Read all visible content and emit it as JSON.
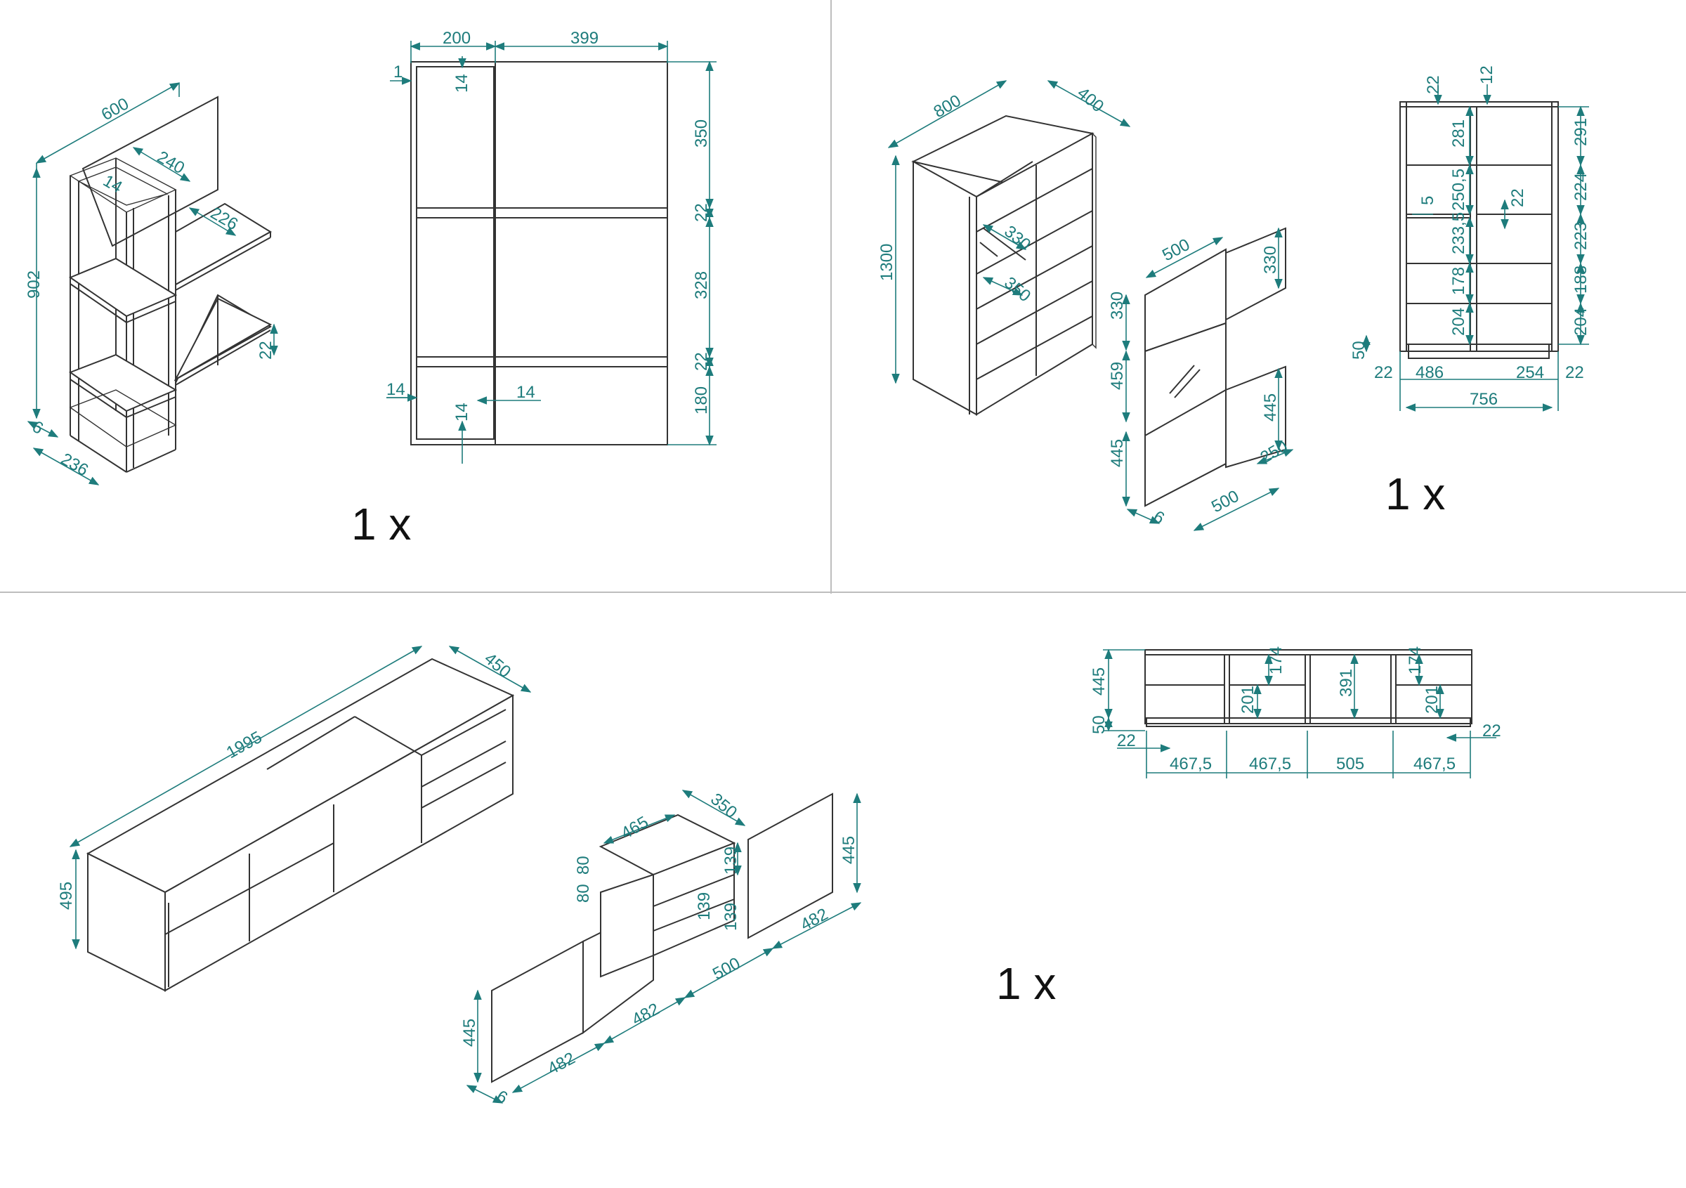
{
  "quantity_labels": [
    "1 x",
    "1 x",
    "1 x"
  ],
  "shelf_unit": {
    "iso": {
      "width": "600",
      "inner_depth": "240",
      "post": "14",
      "shelf_depth": "226",
      "height": "902",
      "shelf_thickness": "22",
      "foot": "6",
      "base_depth": "236"
    },
    "front": {
      "col_left": "200",
      "col_right": "399",
      "edge": "1",
      "top_frame": "14",
      "row_top": "350",
      "rail_1": "22",
      "row_mid": "328",
      "rail_2": "22",
      "row_bottom": "180",
      "post_left": "14",
      "post_right": "14",
      "bottom_frame": "14"
    }
  },
  "cabinet": {
    "iso": {
      "width": "800",
      "depth": "400",
      "height": "1300",
      "glass_w": "330",
      "glass_d": "350"
    },
    "doors": {
      "door_width_top": "500",
      "top_height": "330",
      "top_height_open": "330",
      "mid_height": "459",
      "low_height": "445",
      "low_height_open": "445",
      "door_depth": "250",
      "door_width_bottom": "500",
      "foot": "6"
    },
    "front": {
      "top_left": "22",
      "top_right": "12",
      "left_rows": [
        "281",
        "250,5",
        "233,5",
        "178",
        "204"
      ],
      "right_rows": [
        "291",
        "224",
        "223",
        "188",
        "204"
      ],
      "glass_gap": "5",
      "mid_post": "22",
      "plinth": "50",
      "side_left": "22",
      "bay_left": "486",
      "bay_right": "254",
      "side_right": "22",
      "total": "756"
    }
  },
  "tv_bench": {
    "iso": {
      "width": "1995",
      "depth": "450",
      "height": "495"
    },
    "doors": {
      "drawer_width": "465",
      "drawer_depth": "350",
      "drawer_h1": "80",
      "drawer_h2": "80",
      "front_h1": "139",
      "front_h2": "139",
      "front_h3": "139",
      "door_height_left": "445",
      "door_height_right": "445",
      "door_w1": "482",
      "door_w2": "482",
      "door_w3": "500",
      "door_w4": "482",
      "foot": "6"
    },
    "front": {
      "height": "445",
      "plinth": "50",
      "side_left": "22",
      "side_right": "22",
      "comp1": "174",
      "comp2": "201",
      "comp3": "391",
      "comp4": "174",
      "comp5": "201",
      "bays": [
        "467,5",
        "467,5",
        "505",
        "467,5"
      ]
    }
  }
}
